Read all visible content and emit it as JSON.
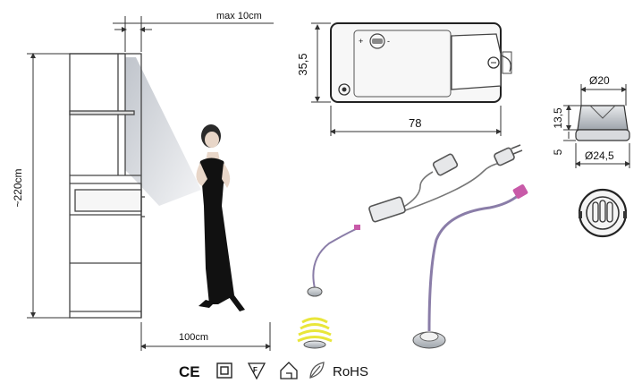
{
  "dimensions": {
    "max_gap": "max  10cm",
    "height": "~220cm",
    "distance": "100cm",
    "unit_height": "35,5",
    "unit_width": "78",
    "sensor_top_diameter": "Ø20",
    "sensor_height": "13,5",
    "sensor_flange": "5",
    "sensor_bottom_diameter": "Ø24,5"
  },
  "certifications": {
    "rohs": "RoHS"
  },
  "icons": [
    "ce-mark-icon",
    "double-insulation-icon",
    "f-furniture-mark-icon",
    "indoor-use-icon",
    "eco-leaf-icon"
  ],
  "colors": {
    "line": "#333333",
    "beam": "#c8ccd2",
    "signal": "#e9e63a",
    "cable_tip": "#c85aa8"
  }
}
